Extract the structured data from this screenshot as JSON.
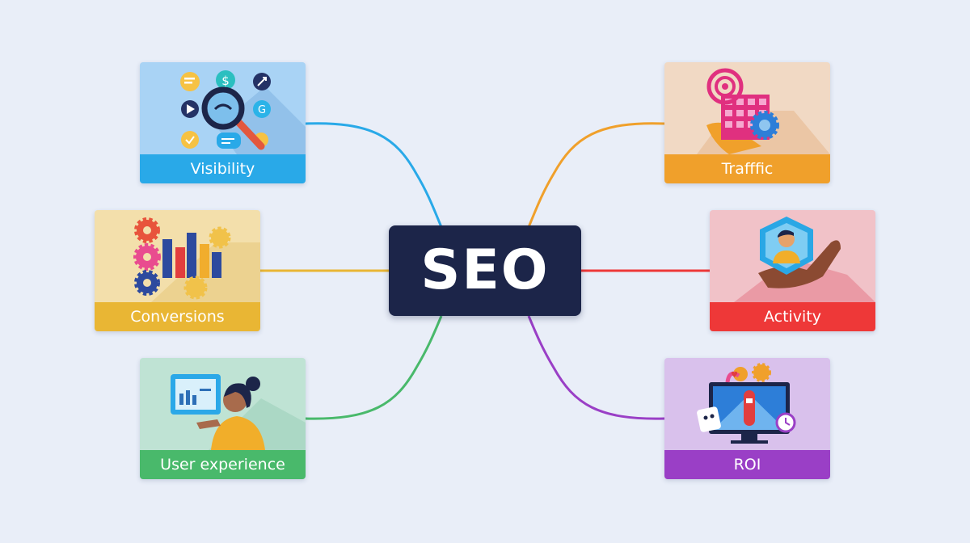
{
  "center": {
    "label": "SEO",
    "color": "#1c2549"
  },
  "nodes": [
    {
      "id": "visibility",
      "label": "Visibility",
      "color": "#29a9e8",
      "bg": "#a9d3f5"
    },
    {
      "id": "conversions",
      "label": "Conversions",
      "color": "#e9b634",
      "bg": "#f3dfab"
    },
    {
      "id": "user-experience",
      "label": "User experience",
      "color": "#49b96b",
      "bg": "#bfe3d4"
    },
    {
      "id": "traffic",
      "label": "Trafffic",
      "color": "#f0a02b",
      "bg": "#f1d9c4"
    },
    {
      "id": "activity",
      "label": "Activity",
      "color": "#ee3838",
      "bg": "#f1c2c8"
    },
    {
      "id": "roi",
      "label": "ROI",
      "color": "#9a3fc6",
      "bg": "#d9c1ec"
    }
  ]
}
